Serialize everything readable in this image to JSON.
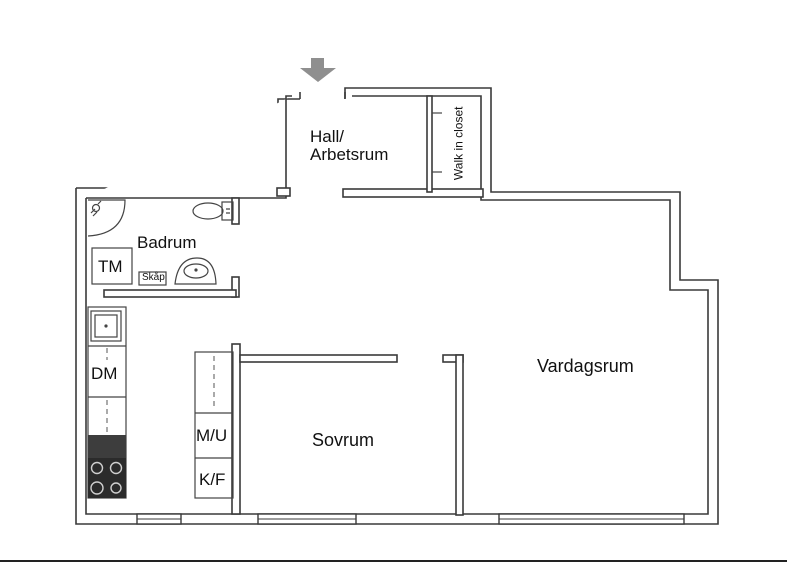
{
  "rooms": {
    "hall": [
      "Hall/",
      "Arbetsrum"
    ],
    "walk_in_closet": "Walk in closet",
    "badrum": "Badrum",
    "tm": "TM",
    "skap": "Skåp",
    "dm": "DM",
    "mu": "M/U",
    "kf": "K/F",
    "sovrum": "Sovrum",
    "vardagsrum": "Vardagsrum"
  },
  "colors": {
    "wall": "#3a3a3a",
    "entrance_arrow": "#8f8f8f",
    "stove": "#2b2b2b"
  },
  "icons": [
    "entrance-arrow-icon",
    "shower-icon",
    "toilet-icon",
    "sink-icon",
    "kitchen-sink-icon",
    "stove-icon",
    "window-icon"
  ]
}
